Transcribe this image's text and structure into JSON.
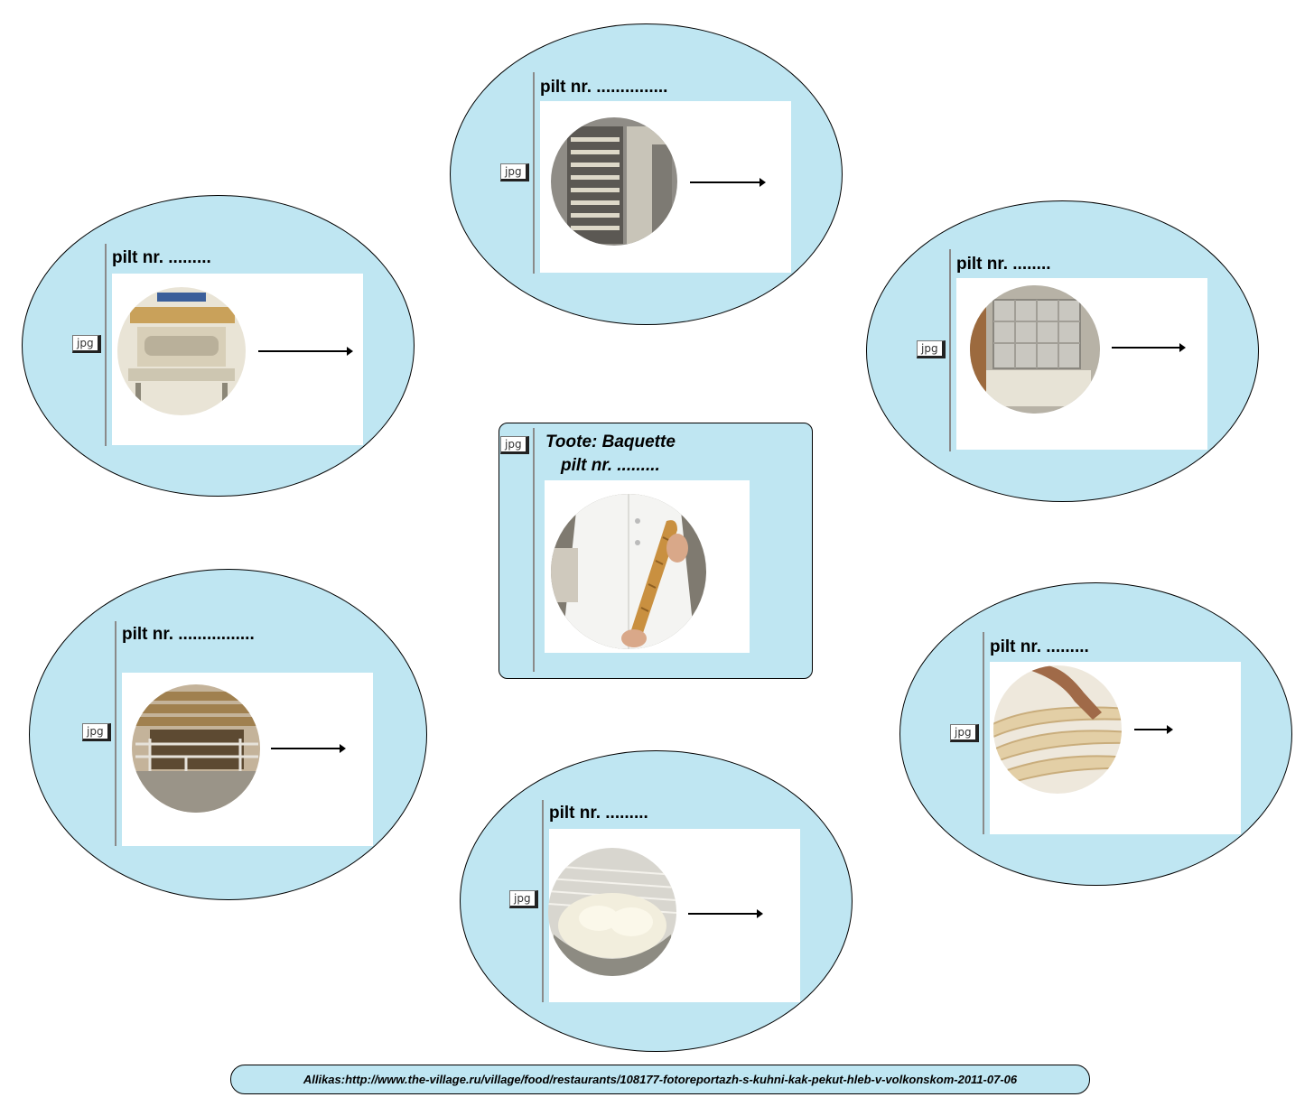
{
  "center": {
    "tag": "jpg",
    "title": "Toote: Baquette",
    "label": "pilt nr. ........."
  },
  "nodes": [
    {
      "id": "top",
      "tag": "jpg",
      "label": "pilt nr. ..............."
    },
    {
      "id": "left",
      "tag": "jpg",
      "label": "pilt nr. ........."
    },
    {
      "id": "right",
      "tag": "jpg",
      "label": "pilt nr. ........"
    },
    {
      "id": "bottom-left",
      "tag": "jpg",
      "label": "pilt nr. ................"
    },
    {
      "id": "bottom-right",
      "tag": "jpg",
      "label": "pilt nr. ........."
    },
    {
      "id": "bottom",
      "tag": "jpg",
      "label": "pilt nr. ........."
    }
  ],
  "source": "Allikas:http://www.the-village.ru/village/food/restaurants/108177-fotoreportazh-s-kuhni-kak-pekut-hleb-v-volkonskom-2011-07-06",
  "colors": {
    "fill": "#bfe6f2",
    "stroke": "#000000",
    "card": "#ffffff"
  }
}
